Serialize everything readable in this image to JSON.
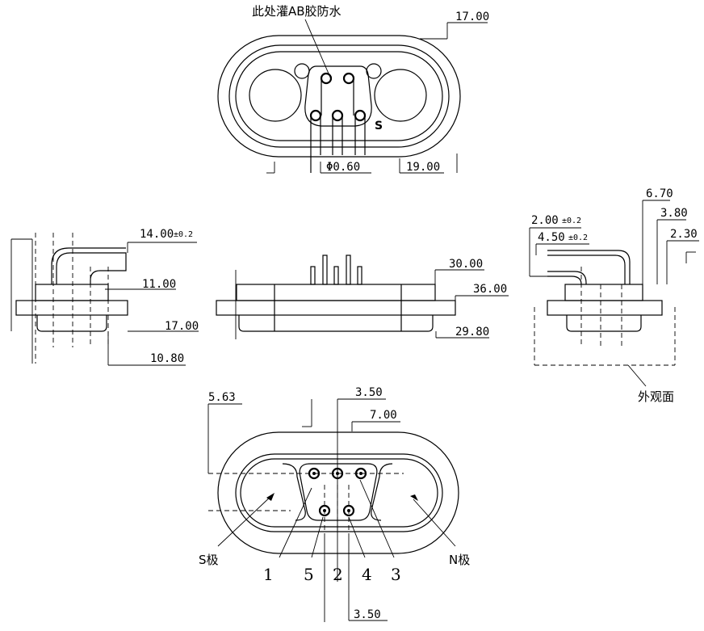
{
  "note_ab_glue": "此处灌AB胶防水",
  "top_view": {
    "dim_length": "17.00",
    "dim_pin_dia": "Φ0.60",
    "dim_offset": "19.00",
    "s_mark": "S"
  },
  "left_view": {
    "dim_height": "14.00",
    "dim_height_tol": "±0.2",
    "dim_base": "11.00",
    "dim_flange": "17.00",
    "dim_body": "10.80"
  },
  "front_view": {
    "dim_a": "30.00",
    "dim_b": "36.00",
    "dim_c": "29.80"
  },
  "right_view": {
    "dim_pitch": "2.00",
    "dim_pitch_tol": "±0.2",
    "dim_bend": "4.50",
    "dim_bend_tol": "±0.2",
    "dim_h1": "6.70",
    "dim_h2": "3.80",
    "dim_h3": "2.30",
    "label_surface": "外观面"
  },
  "bottom_view": {
    "dim_pad": "5.63",
    "dim_pitch_x": "3.50",
    "dim_span": "7.00",
    "dim_pitch_y": "3.50",
    "label_s_pole": "S极",
    "label_n_pole": "N极",
    "pin_numbers": [
      "1",
      "5",
      "2",
      "4",
      "3"
    ]
  }
}
